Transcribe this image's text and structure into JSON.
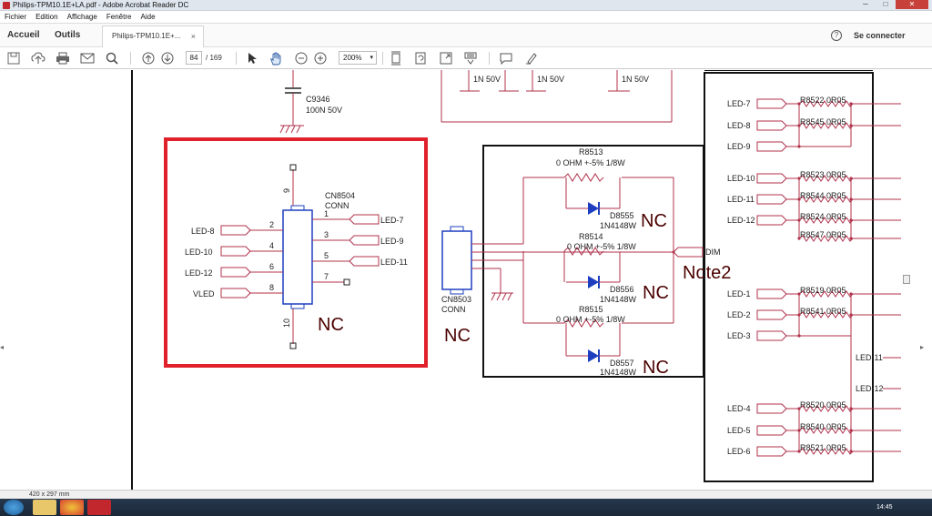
{
  "window": {
    "title": "Philips-TPM10.1E+LA.pdf - Adobe Acrobat Reader DC",
    "minimize": "─",
    "maximize": "□",
    "close": "✕"
  },
  "menu": [
    "Fichier",
    "Edition",
    "Affichage",
    "Fenêtre",
    "Aide"
  ],
  "tabs": {
    "home": "Accueil",
    "tools": "Outils",
    "document": "Philips-TPM10.1E+...",
    "document_close": "×",
    "help": "?",
    "connect": "Se connecter"
  },
  "toolbar": {
    "page_current": "84",
    "page_total": "/ 169",
    "zoom": "200%",
    "zoom_caret": "▾",
    "icons": [
      "save-icon",
      "upload-icon",
      "print-icon",
      "mail-icon",
      "search-icon",
      "page-up-icon",
      "page-down-icon",
      "select-pointer-icon",
      "hand-icon",
      "zoom-out-icon",
      "zoom-in-icon",
      "fit-page-icon",
      "rotate-icon",
      "fullscreen-icon",
      "read-mode-icon",
      "comment-icon",
      "highlight-pen-icon"
    ]
  },
  "status": {
    "page_size": "420 x 297 mm"
  },
  "taskbar": {
    "clock": "14:45"
  },
  "schematic": {
    "c9346": "C9346",
    "c9346_value": "100N 50V",
    "cap_values": [
      "1N 50V",
      "1N 50V",
      "1N 50V"
    ],
    "cn8504": "CN8504",
    "cn8504_type": "CONN",
    "cn8504_left": [
      {
        "pin": "2",
        "label": "LED-8"
      },
      {
        "pin": "4",
        "label": "LED-10"
      },
      {
        "pin": "6",
        "label": "LED-12"
      },
      {
        "pin": "8",
        "label": "VLED"
      }
    ],
    "cn8504_right": [
      {
        "pin": "1",
        "label": "LED-7"
      },
      {
        "pin": "3",
        "label": "LED-9"
      },
      {
        "pin": "5",
        "label": "LED-11"
      },
      {
        "pin": "7",
        "label": ""
      }
    ],
    "pin9": "9",
    "pin10": "10",
    "nc": "NC",
    "cn8503": "CN8503",
    "cn8503_type": "CONN",
    "resistors": [
      {
        "ref": "R8513",
        "value": "0 OHM +-5% 1/8W",
        "diode": "D8555",
        "diode_type": "1N4148W"
      },
      {
        "ref": "R8514",
        "value": "0 OHM +-5% 1/8W",
        "diode": "D8556",
        "diode_type": "1N4148W"
      },
      {
        "ref": "R8515",
        "value": "0 OHM +-5% 1/8W",
        "diode": "D8557",
        "diode_type": "1N4148W"
      }
    ],
    "dim": "DIM",
    "note2": "Note2",
    "right_rows": [
      {
        "led": "LED-7",
        "res": "R8522 0R05"
      },
      {
        "led": "LED-8",
        "res": "R8545 0R05"
      },
      {
        "led": "LED-9",
        "res": ""
      },
      {
        "led": "LED-10",
        "res": "R8523 0R05"
      },
      {
        "led": "LED-11",
        "res": "R8544 0R05"
      },
      {
        "led": "LED-12",
        "res": "R8524 0R05"
      },
      {
        "led": "",
        "res": "R8547 0R05"
      },
      {
        "led": "LED-1",
        "res": "R8519 0R05"
      },
      {
        "led": "LED-2",
        "res": "R8541 0R05"
      },
      {
        "led": "LED-3",
        "res": ""
      },
      {
        "led": "LED-4",
        "res": "R8520 0R05"
      },
      {
        "led": "LED-5",
        "res": "R8540 0R05"
      },
      {
        "led": "LED-6",
        "res": "R8521 0R05"
      }
    ],
    "right_extra": [
      "LED-11",
      "LED-12"
    ]
  },
  "colors": {
    "wire": "#b0304a",
    "highlight": "#e0202a",
    "diode": "#1d3fbf",
    "connector": "#1d3fbf",
    "text": "#222222"
  }
}
